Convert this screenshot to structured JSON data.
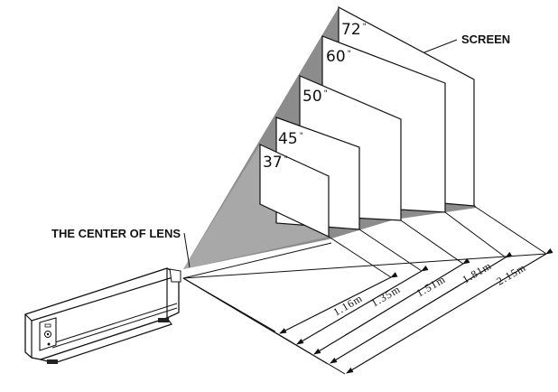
{
  "labels": {
    "screen": "SCREEN",
    "lens_center": "THE CENTER OF LENS"
  },
  "screens": [
    {
      "size": "72",
      "unit": "\""
    },
    {
      "size": "60",
      "unit": "\""
    },
    {
      "size": "50",
      "unit": "\""
    },
    {
      "size": "45",
      "unit": "\""
    },
    {
      "size": "37",
      "unit": "\""
    }
  ],
  "distances": [
    "1.16m",
    "1.35m",
    "1.51m",
    "1.81m",
    "2.15m"
  ]
}
